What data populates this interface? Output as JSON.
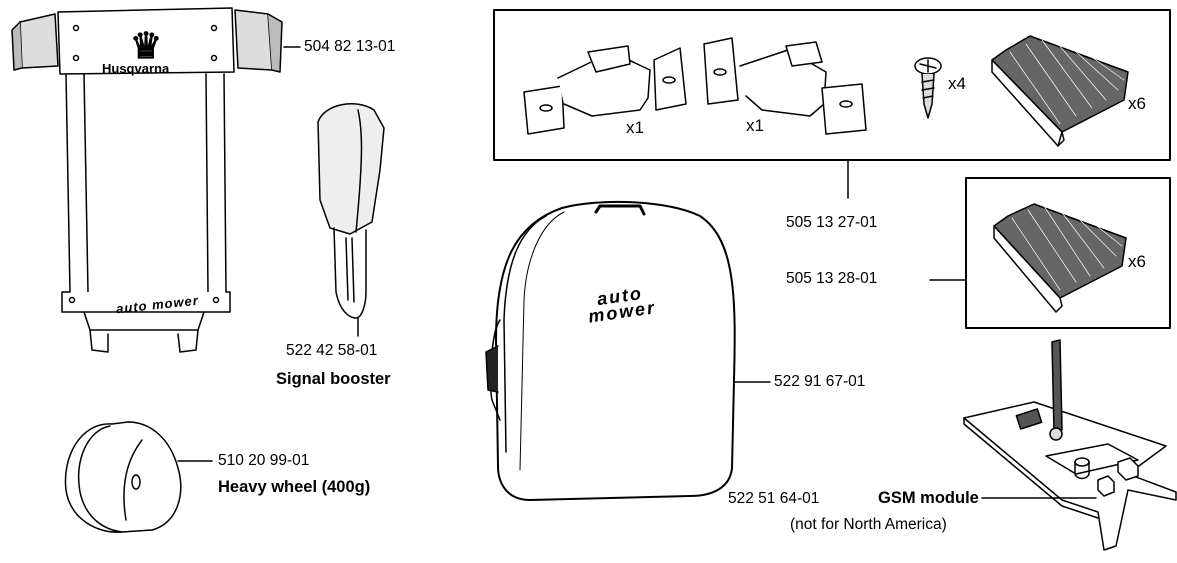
{
  "parts": {
    "charging_station_plate": {
      "part_number": "504 82 13-01",
      "logo_text": "Husqvarna",
      "brand_text": "auto mower"
    },
    "signal_booster": {
      "part_number": "522 42 58-01",
      "name": "Signal booster"
    },
    "heavy_wheel": {
      "part_number": "510 20 99-01",
      "name": "Heavy wheel (400g)"
    },
    "carry_bag": {
      "part_number": "522 91 67-01",
      "brand_text": "auto mower"
    },
    "brush_kit": {
      "part_number": "505 13 27-01",
      "qty_bracket_left": "x1",
      "qty_bracket_right": "x1",
      "qty_screws": "x4",
      "qty_brushes": "x6"
    },
    "brush_set": {
      "part_number": "505 13 28-01",
      "qty_brushes": "x6"
    },
    "gsm_module": {
      "part_number": "522 51 64-01",
      "name": "GSM module",
      "note": "(not for North America)"
    }
  }
}
